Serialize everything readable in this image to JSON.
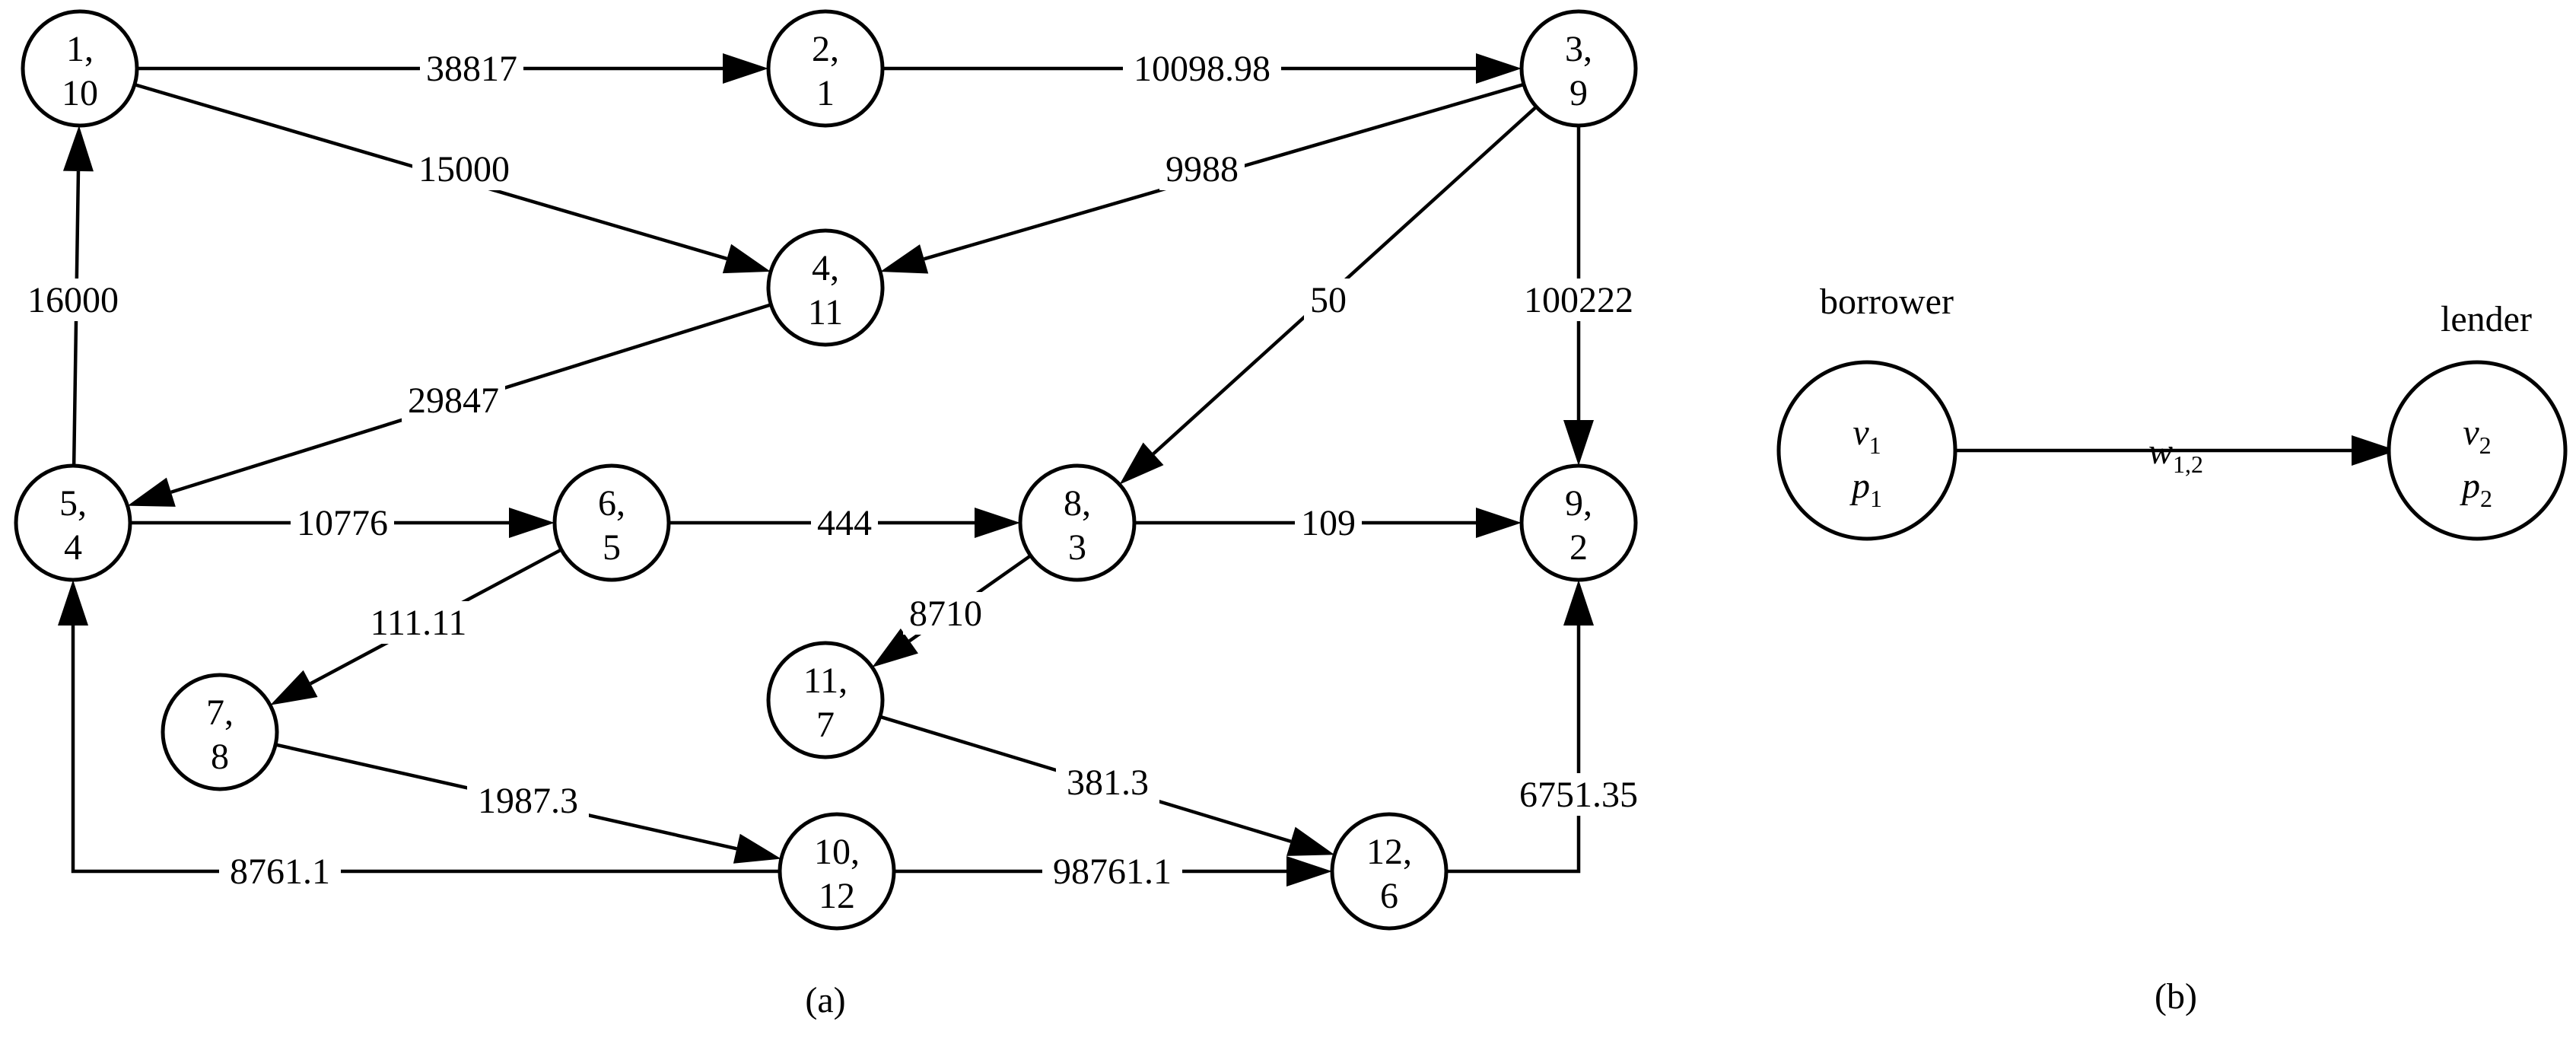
{
  "panel_a": {
    "caption": "(a)",
    "nodes": [
      {
        "id": "n1",
        "line1": "1,",
        "line2": "10"
      },
      {
        "id": "n2",
        "line1": "2,",
        "line2": "1"
      },
      {
        "id": "n3",
        "line1": "3,",
        "line2": "9"
      },
      {
        "id": "n4",
        "line1": "4,",
        "line2": "11"
      },
      {
        "id": "n5",
        "line1": "5,",
        "line2": "4"
      },
      {
        "id": "n6",
        "line1": "6,",
        "line2": "5"
      },
      {
        "id": "n7",
        "line1": "7,",
        "line2": "8"
      },
      {
        "id": "n8",
        "line1": "8,",
        "line2": "3"
      },
      {
        "id": "n9",
        "line1": "9,",
        "line2": "2"
      },
      {
        "id": "n10",
        "line1": "10,",
        "line2": "12"
      },
      {
        "id": "n11",
        "line1": "11,",
        "line2": "7"
      },
      {
        "id": "n12",
        "line1": "12,",
        "line2": "6"
      }
    ],
    "edges": [
      {
        "from": "n1",
        "to": "n2",
        "label": "38817"
      },
      {
        "from": "n2",
        "to": "n3",
        "label": "10098.98"
      },
      {
        "from": "n1",
        "to": "n4",
        "label": "15000"
      },
      {
        "from": "n3",
        "to": "n4",
        "label": "9988"
      },
      {
        "from": "n3",
        "to": "n8",
        "label": "50"
      },
      {
        "from": "n3",
        "to": "n9",
        "label": "100222"
      },
      {
        "from": "n5",
        "to": "n1",
        "label": "16000"
      },
      {
        "from": "n4",
        "to": "n5",
        "label": "29847"
      },
      {
        "from": "n5",
        "to": "n6",
        "label": "10776"
      },
      {
        "from": "n6",
        "to": "n8",
        "label": "444"
      },
      {
        "from": "n8",
        "to": "n9",
        "label": "109"
      },
      {
        "from": "n6",
        "to": "n7",
        "label": "111.11"
      },
      {
        "from": "n8",
        "to": "n11",
        "label": "8710"
      },
      {
        "from": "n7",
        "to": "n10",
        "label": "1987.3"
      },
      {
        "from": "n11",
        "to": "n12",
        "label": "381.3"
      },
      {
        "from": "n10",
        "to": "n5",
        "label": "8761.1"
      },
      {
        "from": "n10",
        "to": "n12",
        "label": "98761.1"
      },
      {
        "from": "n12",
        "to": "n9",
        "label": "6751.35"
      }
    ]
  },
  "panel_b": {
    "caption": "(b)",
    "borrower_label": "borrower",
    "lender_label": "lender",
    "node_v1": {
      "v": "v",
      "v_sub": "1",
      "p": "p",
      "p_sub": "1"
    },
    "node_v2": {
      "v": "v",
      "v_sub": "2",
      "p": "p",
      "p_sub": "2"
    },
    "edge": {
      "w": "w",
      "w_sub": "1,2"
    }
  }
}
